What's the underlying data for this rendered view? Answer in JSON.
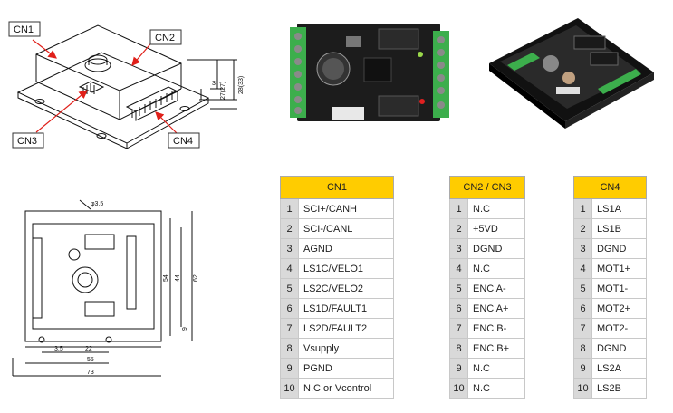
{
  "iso_drawing": {
    "labels": {
      "cn1": "CN1",
      "cn2": "CN2",
      "cn3": "CN3",
      "cn4": "CN4"
    },
    "dims": {
      "d1": "3",
      "d2": "27(27)",
      "d3": "28(33)"
    }
  },
  "top_drawing": {
    "dims": {
      "hole": "φ3.5",
      "h1": "54",
      "h2": "44",
      "h3": "62",
      "w1": "3.5",
      "w2": "22",
      "w3": "55",
      "w4": "73",
      "d9": "9"
    }
  },
  "tables": {
    "cn1": {
      "header": "CN1",
      "rows": [
        {
          "num": "1",
          "signal": "SCI+/CANH"
        },
        {
          "num": "2",
          "signal": "SCI-/CANL"
        },
        {
          "num": "3",
          "signal": "AGND"
        },
        {
          "num": "4",
          "signal": "LS1C/VELO1"
        },
        {
          "num": "5",
          "signal": "LS2C/VELO2"
        },
        {
          "num": "6",
          "signal": "LS1D/FAULT1"
        },
        {
          "num": "7",
          "signal": "LS2D/FAULT2"
        },
        {
          "num": "8",
          "signal": "Vsupply"
        },
        {
          "num": "9",
          "signal": "PGND"
        },
        {
          "num": "10",
          "signal": "N.C or Vcontrol"
        }
      ]
    },
    "cn2_cn3": {
      "header": "CN2 / CN3",
      "rows": [
        {
          "num": "1",
          "signal": "N.C"
        },
        {
          "num": "2",
          "signal": "+5VD"
        },
        {
          "num": "3",
          "signal": "DGND"
        },
        {
          "num": "4",
          "signal": "N.C"
        },
        {
          "num": "5",
          "signal": "ENC A-"
        },
        {
          "num": "6",
          "signal": "ENC A+"
        },
        {
          "num": "7",
          "signal": "ENC B-"
        },
        {
          "num": "8",
          "signal": "ENC B+"
        },
        {
          "num": "9",
          "signal": "N.C"
        },
        {
          "num": "10",
          "signal": "N.C"
        }
      ]
    },
    "cn4": {
      "header": "CN4",
      "rows": [
        {
          "num": "1",
          "signal": "LS1A"
        },
        {
          "num": "2",
          "signal": "LS1B"
        },
        {
          "num": "3",
          "signal": "DGND"
        },
        {
          "num": "4",
          "signal": "MOT1+"
        },
        {
          "num": "5",
          "signal": "MOT1-"
        },
        {
          "num": "6",
          "signal": "MOT2+"
        },
        {
          "num": "7",
          "signal": "MOT2-"
        },
        {
          "num": "8",
          "signal": "DGND"
        },
        {
          "num": "9",
          "signal": "LS2A"
        },
        {
          "num": "10",
          "signal": "LS2B"
        }
      ]
    }
  },
  "colors": {
    "header": "#ffcc00",
    "num_cell": "#d9d9d9",
    "arrow": "#e0201a",
    "pcb": "#2a2a2a",
    "terminal": "#3cae4c"
  }
}
